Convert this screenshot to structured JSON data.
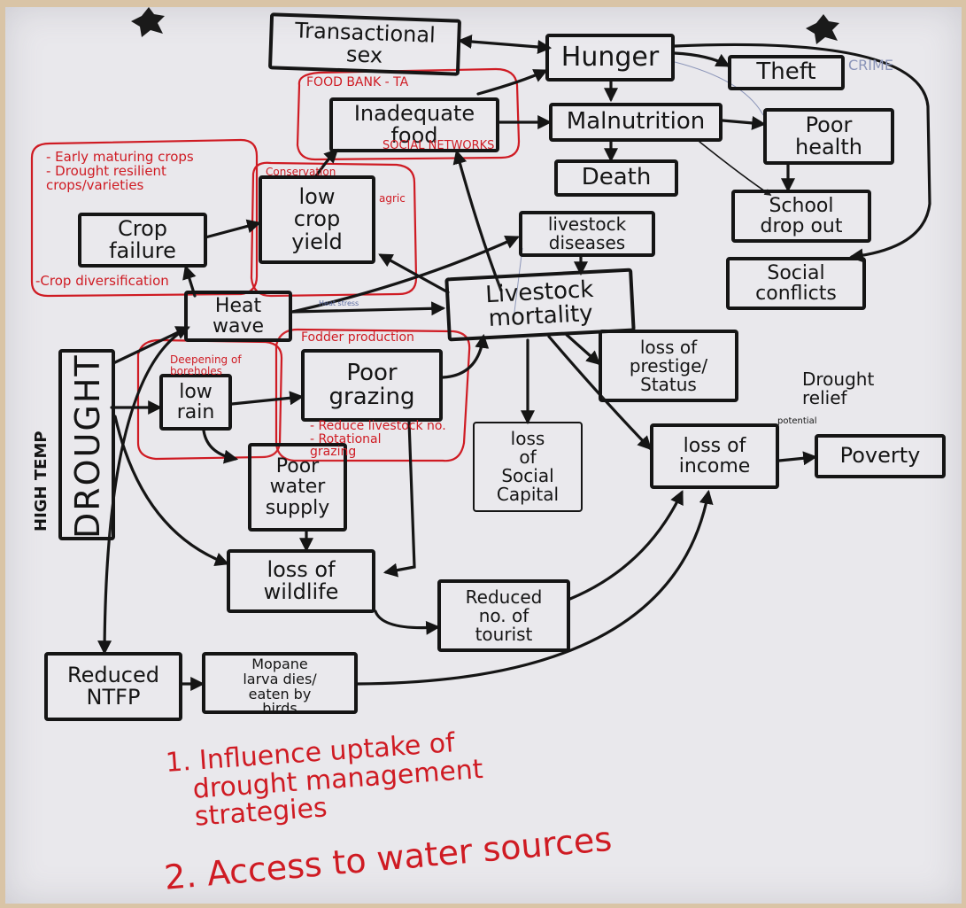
{
  "colors": {
    "ink": "#151515",
    "red_marker": "#cf1b23",
    "paper": "#e9e8ec",
    "pencil": "#5a6aa0"
  },
  "nodes": {
    "drought": "DROUGHT",
    "high_temp": "HIGH TEMP",
    "transactional_sex": "Transactional\nsex",
    "hunger": "Hunger",
    "theft": "Theft",
    "crime": "CRIME",
    "inadequate_food": "Inadequate\nfood",
    "malnutrition": "Malnutrition",
    "poor_health": "Poor\nhealth",
    "death": "Death",
    "school_dropout": "School\ndrop out",
    "social_conflicts": "Social\nconflicts",
    "crop_failure": "Crop\nfailure",
    "low_crop_yield": "low\ncrop\nyield",
    "livestock_diseases": "livestock\ndiseases",
    "livestock_mortality": "Livestock\nmortality",
    "heat_wave": "Heat\nwave",
    "low_rain": "low\nrain",
    "poor_grazing": "Poor\ngrazing",
    "loss_prestige": "loss of\nprestige/\nStatus",
    "loss_social_capital": "loss\nof\nSocial\nCapital",
    "loss_income": "loss of\nincome",
    "poverty": "Poverty",
    "drought_relief": "Drought\nrelief",
    "poor_water_supply": "Poor\nwater\nsupply",
    "loss_wildlife": "loss of\nwildlife",
    "reduced_tourist": "Reduced\nno. of\ntourist",
    "reduced_ntfp": "Reduced\nNTFP",
    "mopane": "Mopane\nlarva dies/\neaten by\nbirds"
  },
  "red_notes": {
    "food_bank": "FOOD BANK - TA",
    "social_networks": "SOCIAL NETWORKS",
    "early_maturing": "- Early maturing crops\n- Drought resilient\n  crops/varieties",
    "crop_diversification": "-Crop diversification",
    "conservation": "Conservation",
    "agriculture": "agric",
    "deepening": "Deepening of\nboreholes",
    "fodder_production": "Fodder production",
    "reduce_livestock": "- Reduce livestock no.\n- Rotational\n  grazing"
  },
  "small_notes": {
    "heat_stress": "Heat stress",
    "potential": "potential"
  },
  "recommendations": {
    "item1": "1. Influence uptake of\n   drought management\n   strategies",
    "item2": "2. Access to water sources"
  }
}
